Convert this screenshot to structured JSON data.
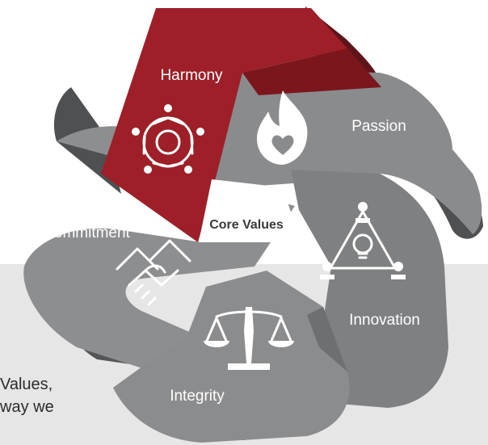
{
  "diagram": {
    "center_label": "Core Values",
    "values": [
      {
        "label": "Harmony",
        "icon": "people-circle-icon"
      },
      {
        "label": "Passion",
        "icon": "flame-heart-icon"
      },
      {
        "label": "Innovation",
        "icon": "lightbulb-network-icon"
      },
      {
        "label": "Integrity",
        "icon": "scales-icon"
      },
      {
        "label": "Commitment",
        "icon": "handshake-icon"
      }
    ]
  },
  "background_text": {
    "line1": "Values,",
    "line2": "way we"
  },
  "colors": {
    "harmony_red": "#9e1f27",
    "harmony_dark": "#5e1418",
    "ribbon_gray": "#8a8b8d",
    "ribbon_dark": "#4d4e50",
    "ribbon_mid": "#6b6c6e",
    "band_bg": "#e6e6e7"
  }
}
